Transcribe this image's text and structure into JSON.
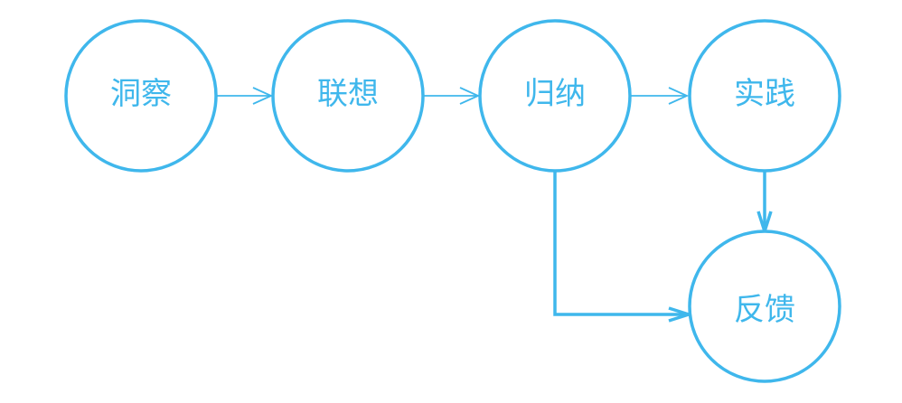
{
  "diagram": {
    "colors": {
      "primary": "#3fb7ec",
      "background": "#ffffff"
    },
    "nodes": [
      {
        "id": "observe",
        "label": "洞察"
      },
      {
        "id": "associate",
        "label": "联想"
      },
      {
        "id": "induce",
        "label": "归纳"
      },
      {
        "id": "practice",
        "label": "实践"
      },
      {
        "id": "feedback",
        "label": "反馈"
      }
    ],
    "edges": [
      {
        "from": "observe",
        "to": "associate",
        "style": "thin"
      },
      {
        "from": "associate",
        "to": "induce",
        "style": "thin"
      },
      {
        "from": "induce",
        "to": "practice",
        "style": "thin"
      },
      {
        "from": "practice",
        "to": "feedback",
        "style": "thick"
      },
      {
        "from": "induce",
        "to": "feedback",
        "style": "thick"
      }
    ]
  }
}
